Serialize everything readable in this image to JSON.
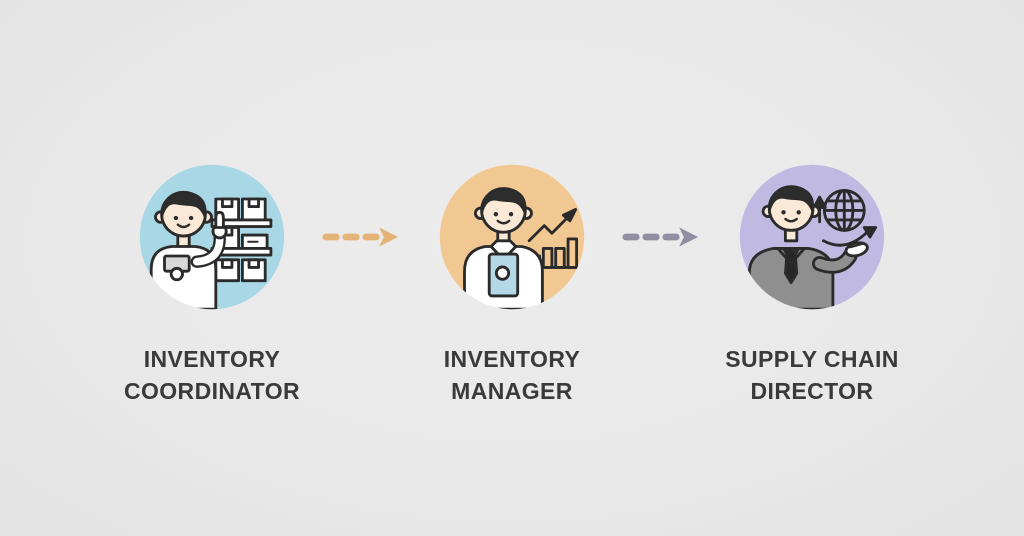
{
  "page": {
    "background_color": "#e9e9e9",
    "label_color": "#3a3a3a"
  },
  "steps": [
    {
      "label_line1": "INVENTORY",
      "label_line2": "COORDINATOR",
      "circle_color": "#a8d8e6",
      "illustration": "worker-with-clipboard-and-warehouse-shelf-boxes"
    },
    {
      "label_line1": "INVENTORY",
      "label_line2": "MANAGER",
      "circle_color": "#f2c892",
      "illustration": "manager-with-tablet-and-rising-bar-chart"
    },
    {
      "label_line1": "SUPPLY CHAIN",
      "label_line2": "DIRECTOR",
      "circle_color": "#c0bae2",
      "illustration": "director-in-suit-presenting-globe-with-cycle-arrows"
    }
  ],
  "arrows": [
    {
      "color": "#e3b377",
      "style": "dashed"
    },
    {
      "color": "#918da2",
      "style": "dashed"
    }
  ]
}
